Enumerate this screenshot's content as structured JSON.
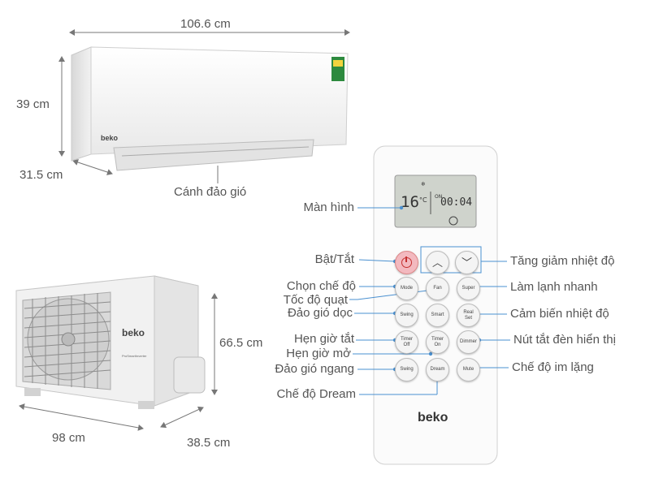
{
  "dimensions": {
    "indoor_width": "106.6 cm",
    "indoor_height": "39 cm",
    "indoor_depth": "31.5 cm",
    "outdoor_height": "66.5 cm",
    "outdoor_width": "98 cm",
    "outdoor_depth": "38.5 cm"
  },
  "brand": "beko",
  "indoor_unit": {
    "flap_label": "Cánh đảo gió"
  },
  "remote": {
    "display": {
      "temp": "16",
      "unit": "°C",
      "timer_on": "ON",
      "timer": "00:04"
    },
    "buttons": {
      "mode": "Mode",
      "fan": "Fan",
      "super": "Super",
      "swing_v": "Swing",
      "smart": "Smart",
      "real_set_1": "Real",
      "real_set_2": "Set",
      "timer_off_1": "Timer",
      "timer_off_2": "Off",
      "timer_on_1": "Timer",
      "timer_on_2": "On",
      "dimmer": "Dimmer",
      "swing_h": "Swing",
      "dream": "Dream",
      "mute": "Mute"
    }
  },
  "callouts": {
    "left": {
      "screen": "Màn hình",
      "power": "Bật/Tắt",
      "mode": "Chọn chế độ",
      "fan": "Tốc độ quạt",
      "swing_v": "Đảo gió dọc",
      "timer_off": "Hẹn giờ tắt",
      "timer_on": "Hẹn giờ mở",
      "swing_h": "Đảo gió ngang",
      "dream": "Chế độ Dream"
    },
    "right": {
      "temp_updown": "Tăng giảm nhiệt độ",
      "super": "Làm lạnh nhanh",
      "sensor": "Cảm biến nhiệt độ",
      "dimmer": "Nút tắt đèn hiển thị",
      "mute": "Chế độ im lặng"
    }
  },
  "outdoor_unit": {
    "badge": "ProSmartInverter"
  }
}
